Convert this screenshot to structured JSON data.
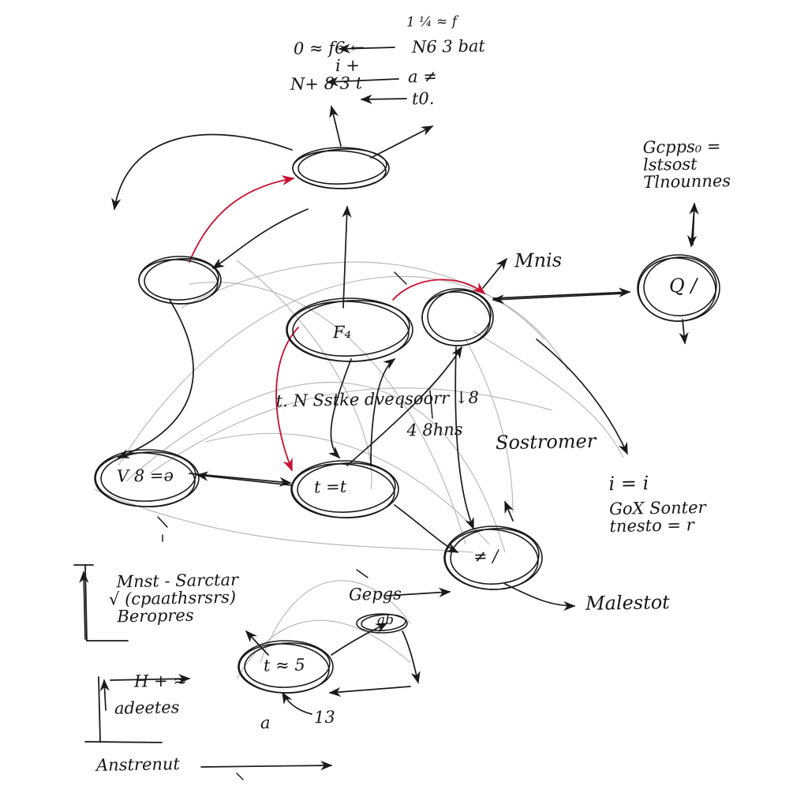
{
  "colors": {
    "ink": "#1a1a1a",
    "faint": "#8c8c8c",
    "accent": "#c8102e",
    "paper": "#ffffff"
  },
  "top_notes": {
    "line1": "1 ¼ ≈ f",
    "line2_left": "0 ≈ f6 ←",
    "line2_right": "N6 3 bat",
    "line3_left": "i +",
    "line3_right": "a ≠",
    "line4_left": "N+ 8 3 t",
    "line4_right": "t0."
  },
  "top_right_note": {
    "line1": "Gcpps₀ =",
    "line2": "lstsost",
    "line3": "Tlnounnes"
  },
  "mnis_label": "Mnis",
  "node_q_label": "Q /",
  "center_node_label": "F₄",
  "mid_caption": {
    "line1": "t. N Sstke dveqsoorr ↓8",
    "line2": "4 8hns"
  },
  "sostromer_label": "Sostromer",
  "right_notes": {
    "line1": "i = i",
    "line2": "GoX Sonter",
    "line3": "tnesto = r"
  },
  "left_node_label": "V 8 =ə",
  "mid_node_label": "t =t",
  "lower_right_node_label": "≠ /",
  "bottom_node_label": "t ≈ 5",
  "small_node_label": "ab",
  "gepgs_label": "Gepgs",
  "malestot_label": "Malestot",
  "bottom_left_note": {
    "line1": "Mnst - Sarctar",
    "line2": "√ (cpaathsrsrs)",
    "line3": "Beropres"
  },
  "h_note": "H + ≈",
  "adeeres_label": "adeetes",
  "b_label": "13",
  "a_label": "a",
  "anstrenut_label": "Anstrenut"
}
